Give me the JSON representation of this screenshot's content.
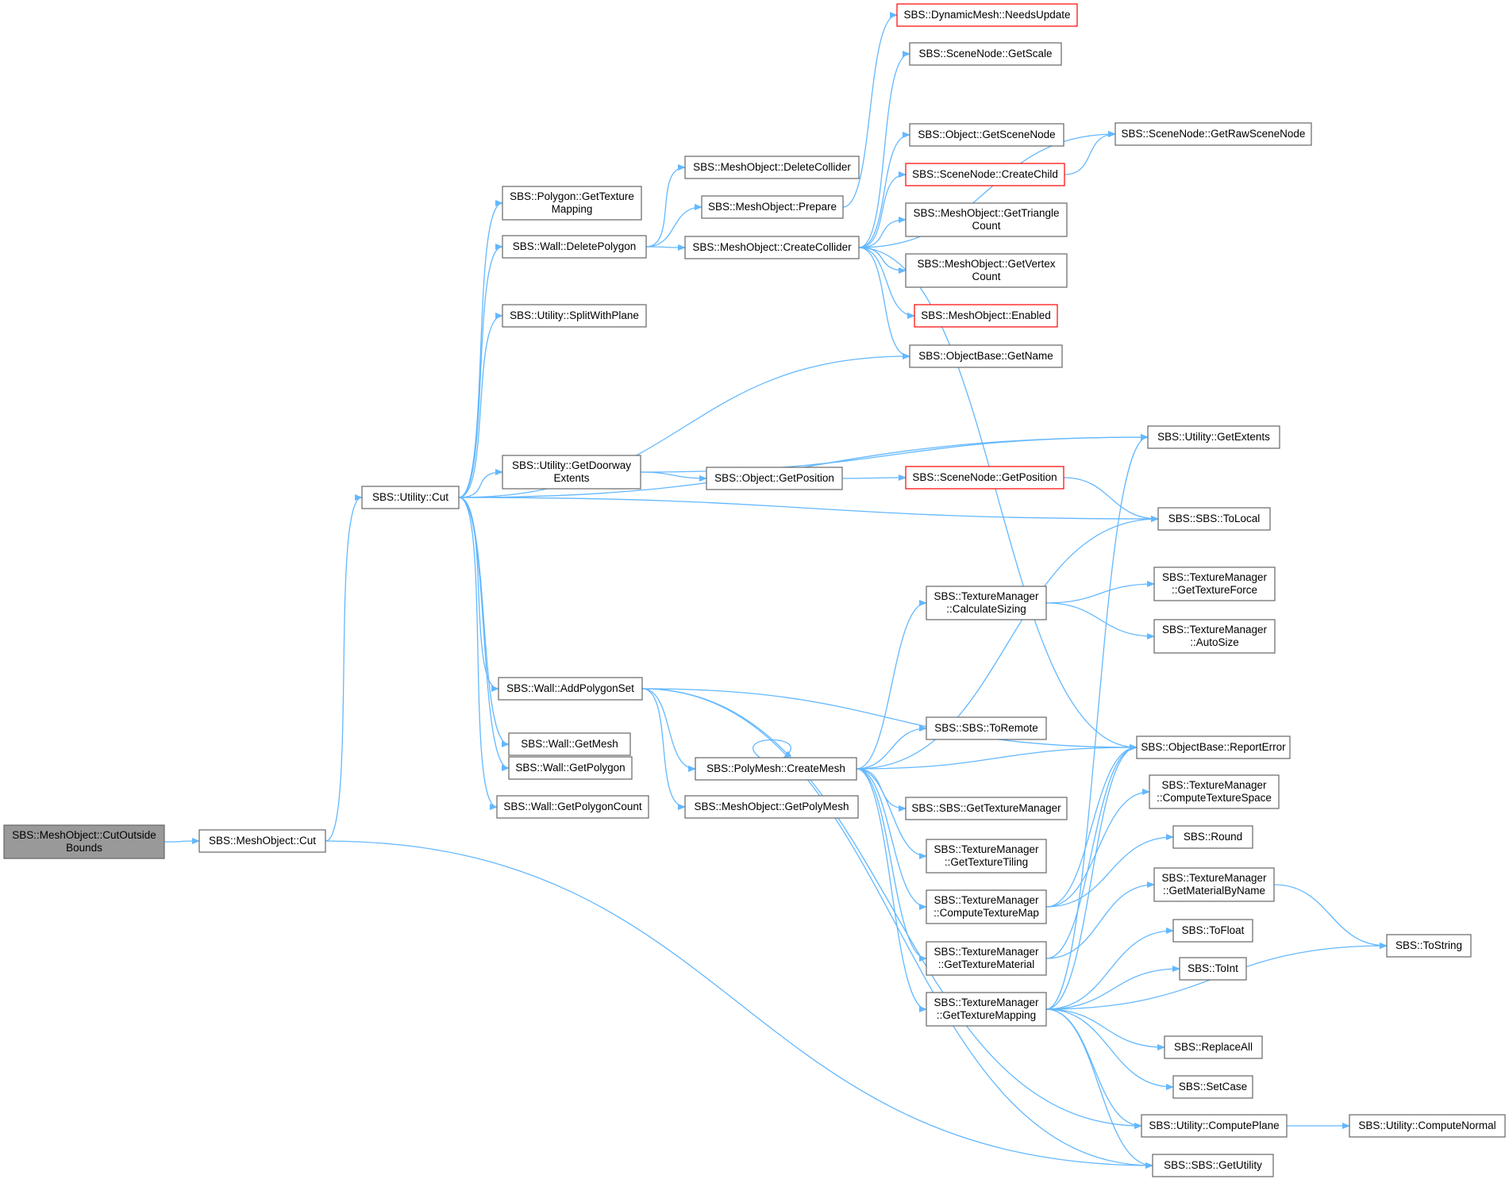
{
  "colors": {
    "edge": "#63b8ff",
    "node_border": "#666666",
    "node_fill": "#ffffff",
    "root_fill": "#999999",
    "root_border": "#666666",
    "truncated_border": "#ff0000"
  },
  "nodes": [
    {
      "id": "root",
      "lines": [
        "SBS::MeshObject::CutOutside",
        "Bounds"
      ],
      "root": true
    },
    {
      "id": "mo_cut",
      "lines": [
        "SBS::MeshObject::Cut"
      ]
    },
    {
      "id": "u_cut",
      "lines": [
        "SBS::Utility::Cut"
      ]
    },
    {
      "id": "p_gtm",
      "lines": [
        "SBS::Polygon::GetTexture",
        "Mapping"
      ]
    },
    {
      "id": "w_delpoly",
      "lines": [
        "SBS::Wall::DeletePolygon"
      ]
    },
    {
      "id": "u_split",
      "lines": [
        "SBS::Utility::SplitWithPlane"
      ]
    },
    {
      "id": "u_door",
      "lines": [
        "SBS::Utility::GetDoorway",
        "Extents"
      ]
    },
    {
      "id": "w_aps",
      "lines": [
        "SBS::Wall::AddPolygonSet"
      ]
    },
    {
      "id": "w_getmesh",
      "lines": [
        "SBS::Wall::GetMesh"
      ]
    },
    {
      "id": "w_getpoly",
      "lines": [
        "SBS::Wall::GetPolygon"
      ]
    },
    {
      "id": "w_getpolycount",
      "lines": [
        "SBS::Wall::GetPolygonCount"
      ]
    },
    {
      "id": "mo_delcol",
      "lines": [
        "SBS::MeshObject::DeleteCollider"
      ]
    },
    {
      "id": "mo_prep",
      "lines": [
        "SBS::MeshObject::Prepare"
      ]
    },
    {
      "id": "mo_createcol",
      "lines": [
        "SBS::MeshObject::CreateCollider"
      ]
    },
    {
      "id": "o_getpos",
      "lines": [
        "SBS::Object::GetPosition"
      ]
    },
    {
      "id": "pm_create",
      "lines": [
        "SBS::PolyMesh::CreateMesh"
      ]
    },
    {
      "id": "mo_getpm",
      "lines": [
        "SBS::MeshObject::GetPolyMesh"
      ]
    },
    {
      "id": "dm_needs",
      "lines": [
        "SBS::DynamicMesh::NeedsUpdate"
      ],
      "truncated": true
    },
    {
      "id": "sn_scale",
      "lines": [
        "SBS::SceneNode::GetScale"
      ]
    },
    {
      "id": "o_gsn",
      "lines": [
        "SBS::Object::GetSceneNode"
      ]
    },
    {
      "id": "sn_child",
      "lines": [
        "SBS::SceneNode::CreateChild"
      ],
      "truncated": true
    },
    {
      "id": "mo_tri",
      "lines": [
        "SBS::MeshObject::GetTriangle",
        "Count"
      ]
    },
    {
      "id": "mo_vert",
      "lines": [
        "SBS::MeshObject::GetVertex",
        "Count"
      ]
    },
    {
      "id": "mo_enabled",
      "lines": [
        "SBS::MeshObject::Enabled"
      ],
      "truncated": true
    },
    {
      "id": "ob_name",
      "lines": [
        "SBS::ObjectBase::GetName"
      ]
    },
    {
      "id": "sn_pos",
      "lines": [
        "SBS::SceneNode::GetPosition"
      ],
      "truncated": true
    },
    {
      "id": "tm_calc",
      "lines": [
        "SBS::TextureManager",
        "::CalculateSizing"
      ]
    },
    {
      "id": "sbs_toremote",
      "lines": [
        "SBS::SBS::ToRemote"
      ]
    },
    {
      "id": "sbs_gettm",
      "lines": [
        "SBS::SBS::GetTextureManager"
      ]
    },
    {
      "id": "tm_tiling",
      "lines": [
        "SBS::TextureManager",
        "::GetTextureTiling"
      ]
    },
    {
      "id": "tm_ctm",
      "lines": [
        "SBS::TextureManager",
        "::ComputeTextureMap"
      ]
    },
    {
      "id": "tm_mat",
      "lines": [
        "SBS::TextureManager",
        "::GetTextureMaterial"
      ]
    },
    {
      "id": "tm_mapping",
      "lines": [
        "SBS::TextureManager",
        "::GetTextureMapping"
      ]
    },
    {
      "id": "sn_raw",
      "lines": [
        "SBS::SceneNode::GetRawSceneNode"
      ]
    },
    {
      "id": "u_ext",
      "lines": [
        "SBS::Utility::GetExtents"
      ]
    },
    {
      "id": "sbs_tolocal",
      "lines": [
        "SBS::SBS::ToLocal"
      ]
    },
    {
      "id": "tm_force",
      "lines": [
        "SBS::TextureManager",
        "::GetTextureForce"
      ]
    },
    {
      "id": "tm_auto",
      "lines": [
        "SBS::TextureManager",
        "::AutoSize"
      ]
    },
    {
      "id": "ob_err",
      "lines": [
        "SBS::ObjectBase::ReportError"
      ]
    },
    {
      "id": "tm_space",
      "lines": [
        "SBS::TextureManager",
        "::ComputeTextureSpace"
      ]
    },
    {
      "id": "round",
      "lines": [
        "SBS::Round"
      ]
    },
    {
      "id": "tm_matname",
      "lines": [
        "SBS::TextureManager",
        "::GetMaterialByName"
      ]
    },
    {
      "id": "tofloat",
      "lines": [
        "SBS::ToFloat"
      ]
    },
    {
      "id": "toint",
      "lines": [
        "SBS::ToInt"
      ]
    },
    {
      "id": "replaceall",
      "lines": [
        "SBS::ReplaceAll"
      ]
    },
    {
      "id": "setcase",
      "lines": [
        "SBS::SetCase"
      ]
    },
    {
      "id": "u_plane",
      "lines": [
        "SBS::Utility::ComputePlane"
      ]
    },
    {
      "id": "sbs_util",
      "lines": [
        "SBS::SBS::GetUtility"
      ]
    },
    {
      "id": "tostring",
      "lines": [
        "SBS::ToString"
      ]
    },
    {
      "id": "u_normal",
      "lines": [
        "SBS::Utility::ComputeNormal"
      ]
    }
  ],
  "edges": [
    [
      "root",
      "mo_cut"
    ],
    [
      "mo_cut",
      "u_cut"
    ],
    [
      "mo_cut",
      "sbs_util"
    ],
    [
      "u_cut",
      "p_gtm"
    ],
    [
      "u_cut",
      "w_delpoly"
    ],
    [
      "u_cut",
      "u_split"
    ],
    [
      "u_cut",
      "ob_name"
    ],
    [
      "u_cut",
      "u_ext"
    ],
    [
      "u_cut",
      "u_door"
    ],
    [
      "u_cut",
      "sbs_tolocal"
    ],
    [
      "u_cut",
      "w_aps"
    ],
    [
      "u_cut",
      "w_getmesh"
    ],
    [
      "u_cut",
      "w_getpoly"
    ],
    [
      "u_cut",
      "w_getpolycount"
    ],
    [
      "w_delpoly",
      "mo_delcol"
    ],
    [
      "w_delpoly",
      "mo_prep"
    ],
    [
      "w_delpoly",
      "mo_createcol"
    ],
    [
      "mo_prep",
      "dm_needs"
    ],
    [
      "mo_createcol",
      "sn_scale"
    ],
    [
      "mo_createcol",
      "sn_raw"
    ],
    [
      "mo_createcol",
      "o_gsn"
    ],
    [
      "mo_createcol",
      "sn_child"
    ],
    [
      "mo_createcol",
      "mo_tri"
    ],
    [
      "mo_createcol",
      "mo_vert"
    ],
    [
      "mo_createcol",
      "mo_enabled"
    ],
    [
      "mo_createcol",
      "ob_name"
    ],
    [
      "mo_createcol",
      "ob_err"
    ],
    [
      "sn_child",
      "sn_raw"
    ],
    [
      "u_door",
      "u_ext"
    ],
    [
      "u_door",
      "o_getpos"
    ],
    [
      "o_getpos",
      "sn_pos"
    ],
    [
      "sn_pos",
      "sbs_tolocal"
    ],
    [
      "w_aps",
      "ob_err"
    ],
    [
      "w_aps",
      "pm_create"
    ],
    [
      "w_aps",
      "mo_getpm"
    ],
    [
      "w_aps",
      "u_plane"
    ],
    [
      "w_aps",
      "sbs_util"
    ],
    [
      "pm_create",
      "pm_create"
    ],
    [
      "pm_create",
      "sbs_tolocal"
    ],
    [
      "pm_create",
      "tm_calc"
    ],
    [
      "pm_create",
      "sbs_toremote"
    ],
    [
      "pm_create",
      "ob_err"
    ],
    [
      "pm_create",
      "sbs_gettm"
    ],
    [
      "pm_create",
      "tm_tiling"
    ],
    [
      "pm_create",
      "tm_ctm"
    ],
    [
      "pm_create",
      "tm_mat"
    ],
    [
      "pm_create",
      "tm_mapping"
    ],
    [
      "tm_calc",
      "tm_force"
    ],
    [
      "tm_calc",
      "tm_auto"
    ],
    [
      "tm_ctm",
      "ob_err"
    ],
    [
      "tm_ctm",
      "tm_space"
    ],
    [
      "tm_ctm",
      "round"
    ],
    [
      "tm_mat",
      "ob_err"
    ],
    [
      "tm_mat",
      "tm_matname"
    ],
    [
      "tm_matname",
      "tostring"
    ],
    [
      "tm_mapping",
      "u_ext"
    ],
    [
      "tm_mapping",
      "ob_err"
    ],
    [
      "tm_mapping",
      "tofloat"
    ],
    [
      "tm_mapping",
      "toint"
    ],
    [
      "tm_mapping",
      "tostring"
    ],
    [
      "tm_mapping",
      "replaceall"
    ],
    [
      "tm_mapping",
      "setcase"
    ],
    [
      "tm_mapping",
      "u_plane"
    ],
    [
      "tm_mapping",
      "sbs_util"
    ],
    [
      "u_plane",
      "u_normal"
    ]
  ]
}
